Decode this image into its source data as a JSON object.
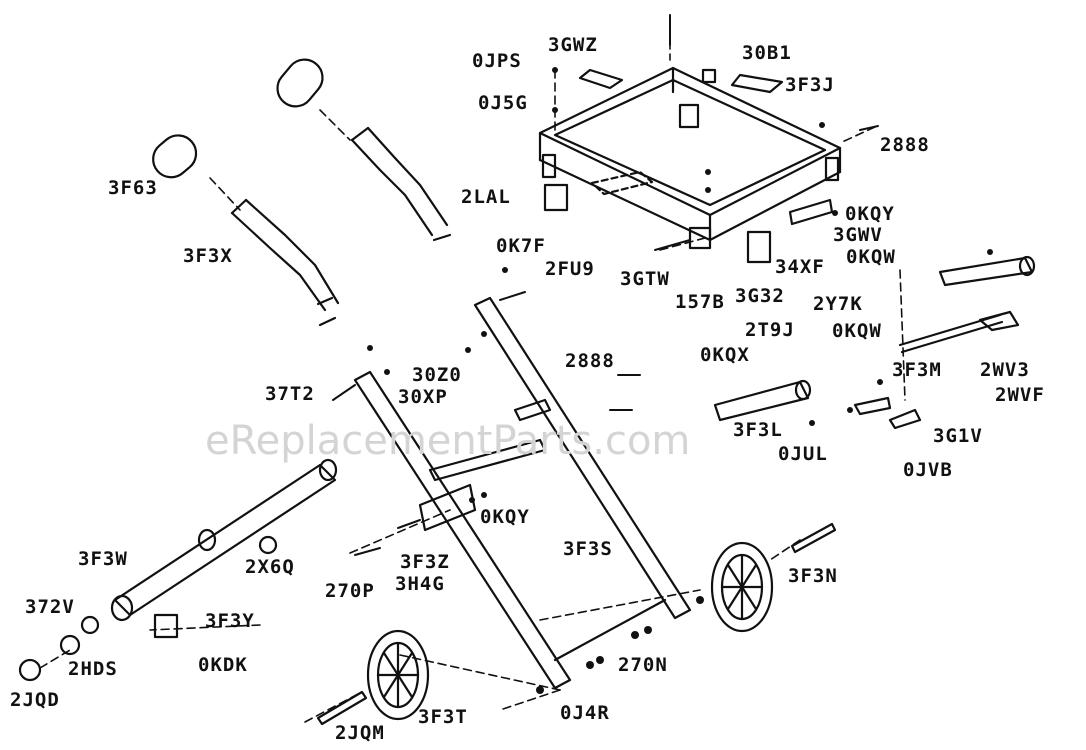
{
  "watermark": "eReplacementParts.com",
  "labels": {
    "l_0JPS": "0JPS",
    "l_3GWZ": "3GWZ",
    "l_30B1": "30B1",
    "l_3F3J": "3F3J",
    "l_0J5G": "0J5G",
    "l_2888a": "2888",
    "l_3F63": "3F63",
    "l_2LAL": "2LAL",
    "l_0KQYa": "0KQY",
    "l_0K7F": "0K7F",
    "l_3GWV": "3GWV",
    "l_0KQWa": "0KQW",
    "l_3F3X": "3F3X",
    "l_2FU9": "2FU9",
    "l_3GTW": "3GTW",
    "l_34XF": "34XF",
    "l_157B": "157B",
    "l_3G32": "3G32",
    "l_2Y7K": "2Y7K",
    "l_2T9J": "2T9J",
    "l_0KQWb": "0KQW",
    "l_0KQX": "0KQX",
    "l_2888b": "2888",
    "l_30Z0": "30Z0",
    "l_3F3M": "3F3M",
    "l_2WV3": "2WV3",
    "l_37T2": "37T2",
    "l_30XP": "30XP",
    "l_2WVF": "2WVF",
    "l_3F3L": "3F3L",
    "l_3G1V": "3G1V",
    "l_0JUL": "0JUL",
    "l_0JVB": "0JVB",
    "l_0KQYb": "0KQY",
    "l_3F3W": "3F3W",
    "l_3F3S": "3F3S",
    "l_3F3Z": "3F3Z",
    "l_2X6Q": "2X6Q",
    "l_3H4G": "3H4G",
    "l_270P": "270P",
    "l_3F3N": "3F3N",
    "l_372V": "372V",
    "l_3F3Y": "3F3Y",
    "l_2HDS": "2HDS",
    "l_0KDK": "0KDK",
    "l_270N": "270N",
    "l_2JQD": "2JQD",
    "l_3F3T": "3F3T",
    "l_0J4R": "0J4R",
    "l_2JQM": "2JQM"
  }
}
